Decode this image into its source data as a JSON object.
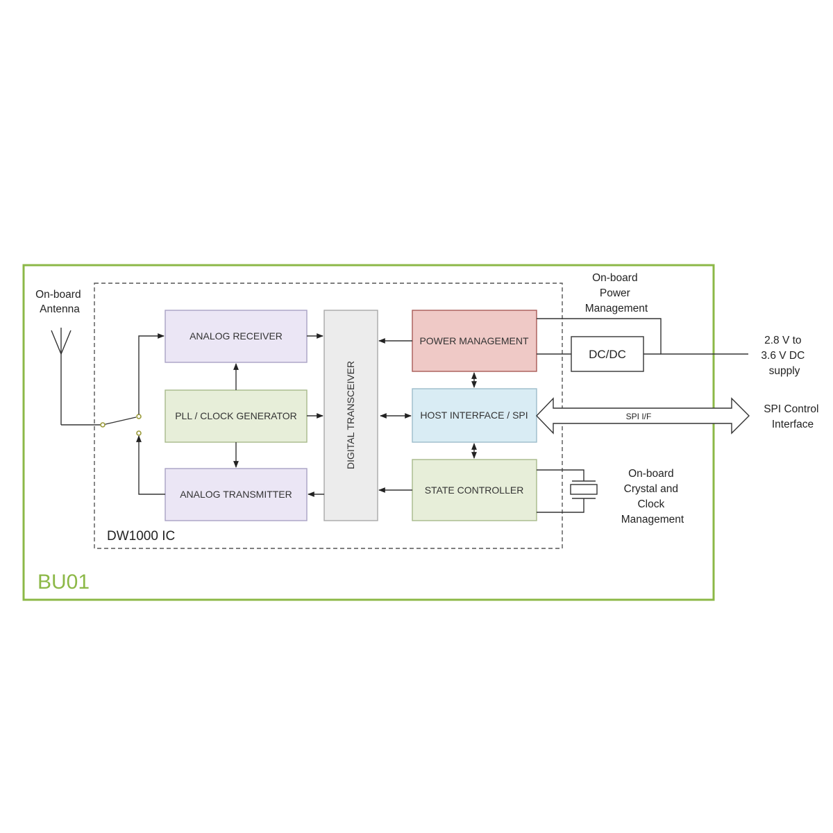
{
  "module": {
    "label": "BU01",
    "border_color": "#8cb847",
    "label_color": "#8cb847"
  },
  "ic": {
    "label": "DW1000 IC"
  },
  "blocks": {
    "analog_receiver": {
      "label": "ANALOG RECEIVER",
      "fill": "#ebe6f5",
      "stroke": "#a9a1c4"
    },
    "pll": {
      "label": "PLL / CLOCK GENERATOR",
      "fill": "#e7eed9",
      "stroke": "#a7b98a"
    },
    "analog_transmitter": {
      "label": "ANALOG TRANSMITTER",
      "fill": "#ebe6f5",
      "stroke": "#a9a1c4"
    },
    "digital_transceiver": {
      "label": "DIGITAL TRANSCEIVER",
      "fill": "#ececec",
      "stroke": "#a9a9a9"
    },
    "power_management": {
      "label": "POWER MANAGEMENT",
      "fill": "#efc9c6",
      "stroke": "#a85a56"
    },
    "host_interface": {
      "label": "HOST INTERFACE / SPI",
      "fill": "#d9ecf4",
      "stroke": "#9cbccb"
    },
    "state_controller": {
      "label": "STATE CONTROLLER",
      "fill": "#e7eed9",
      "stroke": "#a7b98a"
    },
    "dcdc": {
      "label": "DC/DC"
    }
  },
  "external": {
    "antenna": [
      "On-board",
      "Antenna"
    ],
    "power": [
      "On-board",
      "Power",
      "Management"
    ],
    "supply": [
      "2.8 V to",
      "3.6 V DC",
      "supply"
    ],
    "spi": [
      "SPI Control",
      "Interface"
    ],
    "crystal": [
      "On-board",
      "Crystal and",
      "Clock",
      "Management"
    ],
    "spi_bus_label": "SPI I/F"
  },
  "switch_dot_color": "#9b9b3a"
}
